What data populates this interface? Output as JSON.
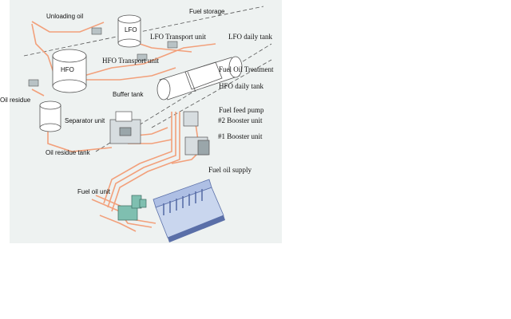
{
  "labels": {
    "unloading_oil": "Unloading oil",
    "fuel_storage": "Fuel storage",
    "lfo_tank": "LFO",
    "lfo_transport_unit": "LFO Transport unit",
    "lfo_daily_tank": "LFO daily tank",
    "hfo_tank": "HFO",
    "hfo_transport_unit": "HFO Transport unit",
    "fuel_oil_treatment": "Fuel Oil Treatment",
    "hfo_daily_tank": "HFO daily tank",
    "oil_residue": "Oil residue",
    "buffer_tank": "Buffer tank",
    "fuel_feed_pump": "Fuel feed pump",
    "separator_unit": "Separator unit",
    "booster_unit_2": "#2 Booster unit",
    "booster_unit_1": "#1 Booster unit",
    "oil_residue_tank": "Oil residue tank",
    "fuel_oil_supply": "Fuel oil supply",
    "fuel_oil_unit": "Fuel oil unit"
  },
  "colors": {
    "panel_bg": "#eef2f1",
    "pipe": "#f2a07b",
    "tank_fill": "#ffffff",
    "tank_stroke": "#555555",
    "equipment": "#9aa6aa",
    "engine_body": "#c9d6ee",
    "engine_dark": "#5a6fa8",
    "green_unit": "#7fbfb0",
    "dash_line": "#555555"
  }
}
